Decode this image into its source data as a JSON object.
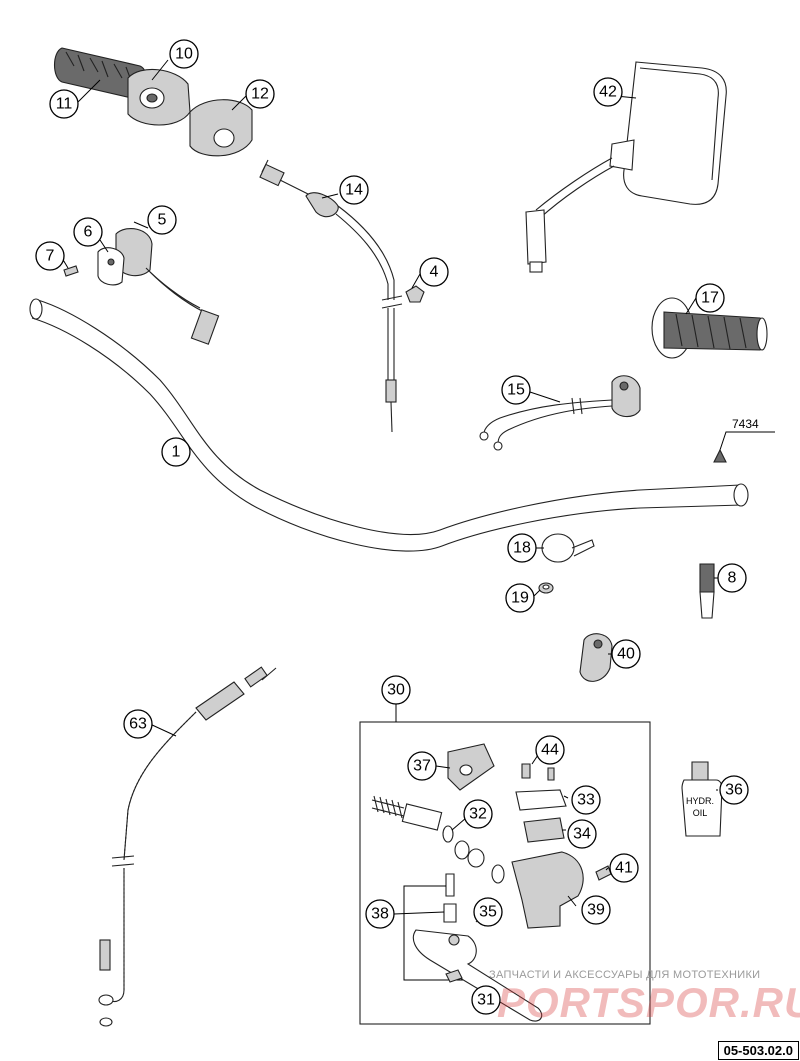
{
  "diagram": {
    "page_code": "05-503.02.0",
    "reference_note": "7434",
    "group_box_label": "30",
    "callouts": [
      "1",
      "4",
      "5",
      "6",
      "7",
      "8",
      "10",
      "11",
      "12",
      "14",
      "15",
      "17",
      "18",
      "19",
      "31",
      "32",
      "33",
      "34",
      "35",
      "36",
      "37",
      "38",
      "39",
      "40",
      "41",
      "42",
      "44",
      "63"
    ],
    "bottle_label": [
      "HYDR.",
      "OIL"
    ]
  },
  "watermark": {
    "caption": "ЗАПЧАСТИ И АКСЕССУАРЫ ДЛЯ МОТОТЕХНИКИ",
    "logo": "PORTSPOR.RU"
  }
}
